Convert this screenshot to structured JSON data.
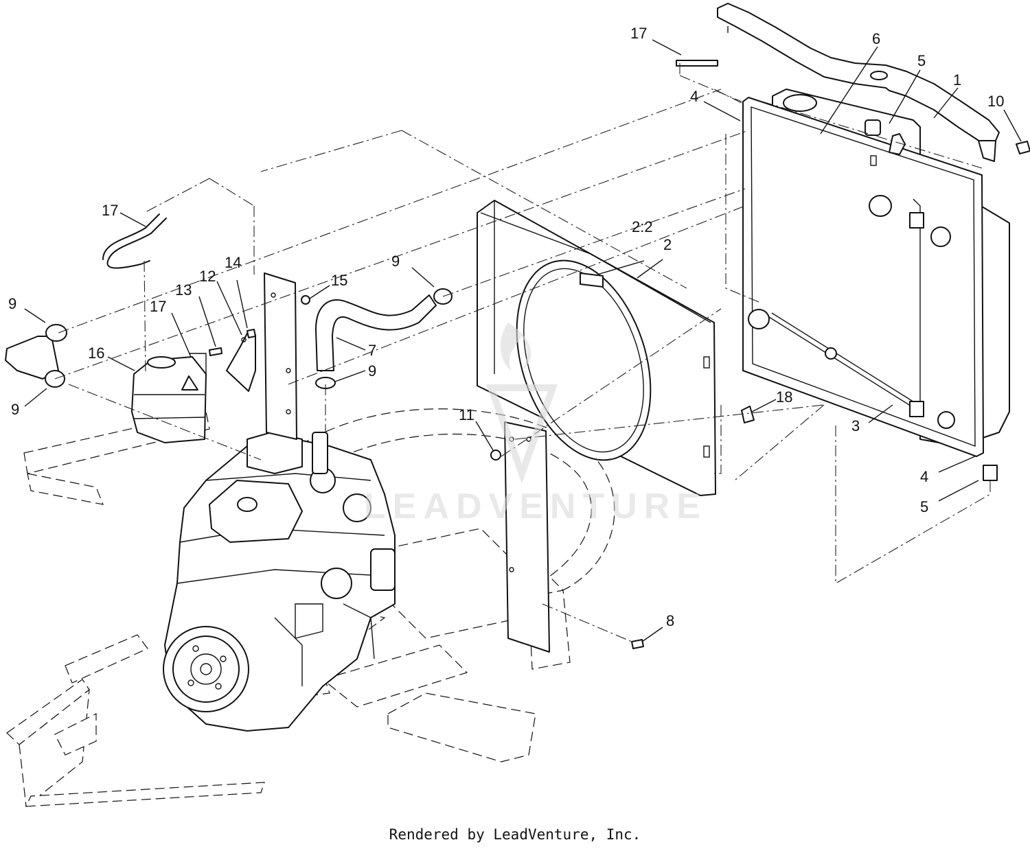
{
  "watermark": "LEADVENTURE",
  "credit": "Rendered by LeadVenture, Inc.",
  "callouts": [
    {
      "label": "17"
    },
    {
      "label": "6"
    },
    {
      "label": "5"
    },
    {
      "label": "1"
    },
    {
      "label": "10"
    },
    {
      "label": "4"
    },
    {
      "label": "17"
    },
    {
      "label": "2:2"
    },
    {
      "label": "2"
    },
    {
      "label": "9"
    },
    {
      "label": "9"
    },
    {
      "label": "14"
    },
    {
      "label": "12"
    },
    {
      "label": "13"
    },
    {
      "label": "15"
    },
    {
      "label": "17"
    },
    {
      "label": "16"
    },
    {
      "label": "7"
    },
    {
      "label": "9"
    },
    {
      "label": "9"
    },
    {
      "label": "18"
    },
    {
      "label": "11"
    },
    {
      "label": "3"
    },
    {
      "label": "4"
    },
    {
      "label": "5"
    },
    {
      "label": "8"
    }
  ]
}
